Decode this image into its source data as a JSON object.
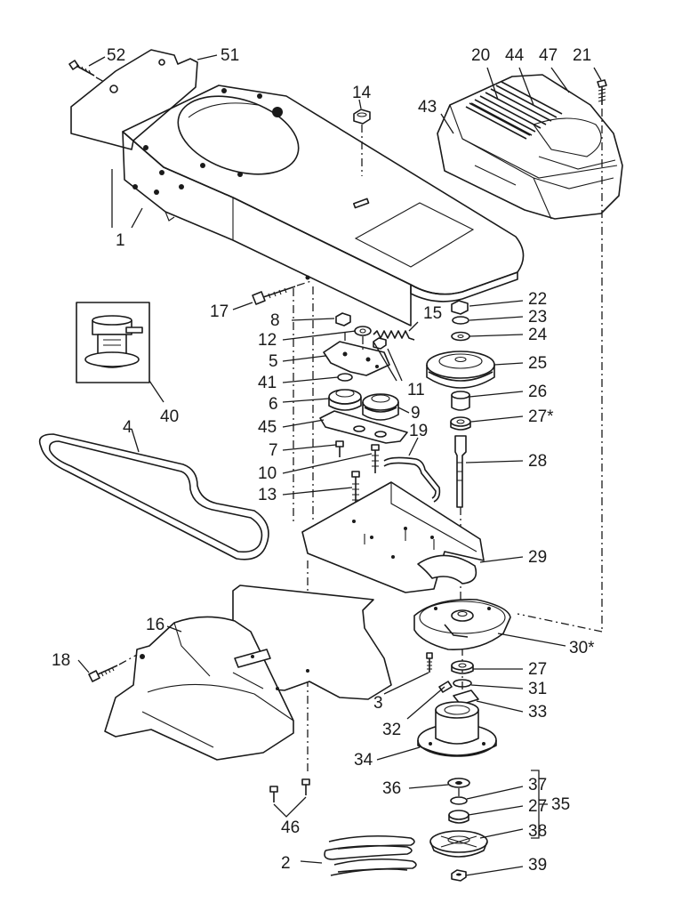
{
  "colors": {
    "highlight": "#F5B400",
    "highlight_dark": "#D99A00",
    "line": "#1a1a1a",
    "background": "#ffffff"
  },
  "highlighted_part": "1",
  "callouts": {
    "p1": "1",
    "p2": "2",
    "p3": "3",
    "p4": "4",
    "p5": "5",
    "p6": "6",
    "p7": "7",
    "p8": "8",
    "p9": "9",
    "p10": "10",
    "p11": "11",
    "p12": "12",
    "p13": "13",
    "p14": "14",
    "p15": "15",
    "p16": "16",
    "p17": "17",
    "p18": "18",
    "p19": "19",
    "p20": "20",
    "p21": "21",
    "p22": "22",
    "p23": "23",
    "p24": "24",
    "p25": "25",
    "p26": "26",
    "p27a": "27*",
    "p27b": "27",
    "p27c": "27",
    "p28": "28",
    "p29": "29",
    "p30": "30*",
    "p31": "31",
    "p32": "32",
    "p33": "33",
    "p34": "34",
    "p35": "35",
    "p36": "36",
    "p37": "37",
    "p38": "38",
    "p39": "39",
    "p40": "40",
    "p41": "41",
    "p43": "43",
    "p44": "44",
    "p45": "45",
    "p46": "46",
    "p47": "47",
    "p51": "51",
    "p52": "52"
  }
}
